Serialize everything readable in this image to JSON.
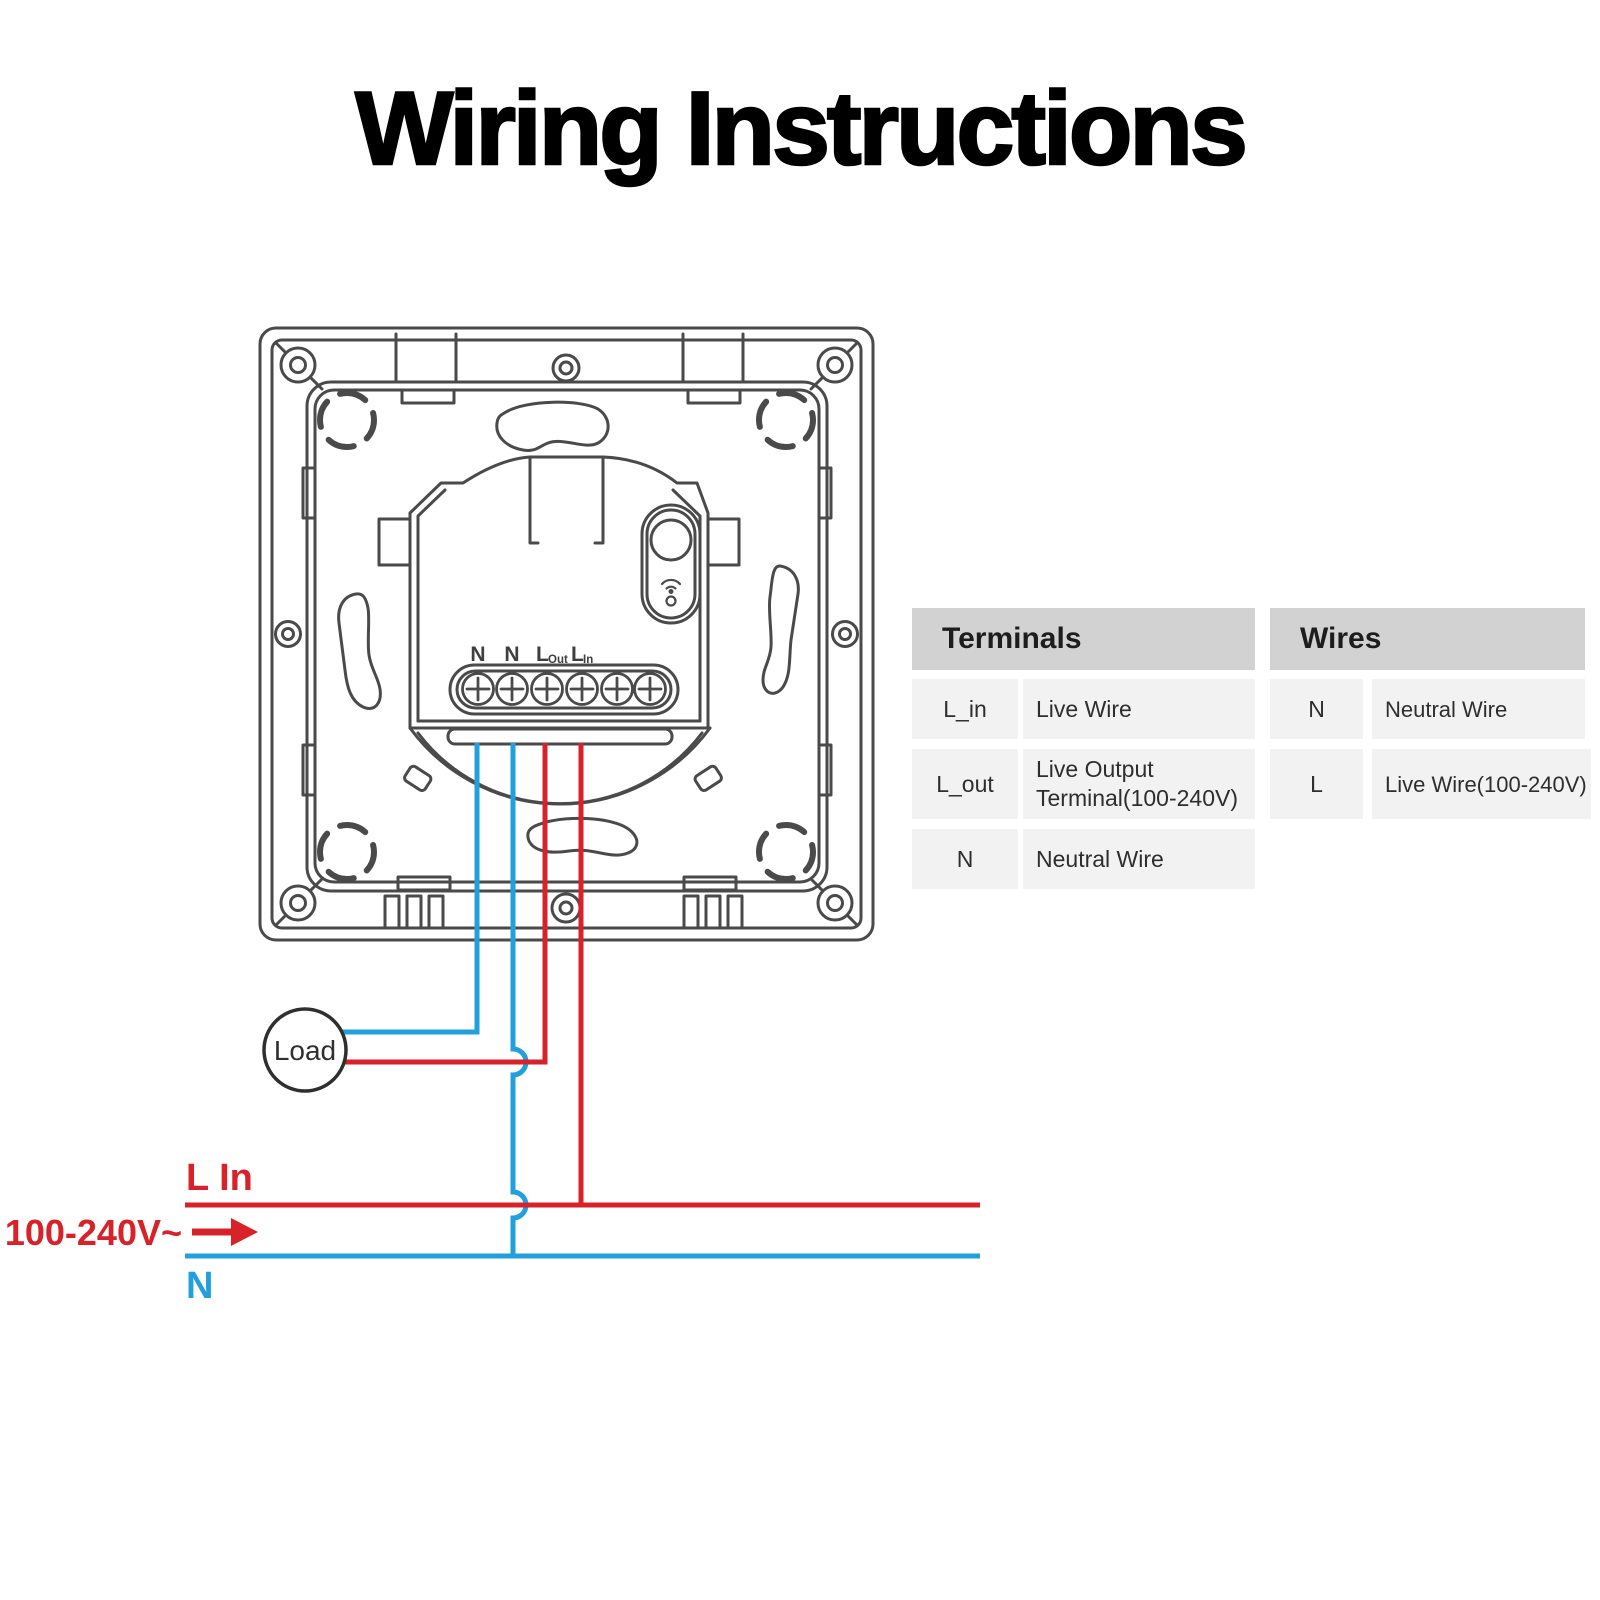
{
  "title": "Wiring Instructions",
  "colors": {
    "live_wire": "#d7222a",
    "neutral_wire": "#22a0de",
    "outline_gray": "#4a4a4a",
    "table_header_bg": "#d2d2d2",
    "table_cell_bg": "#f2f2f2"
  },
  "device": {
    "terminal_labels": [
      {
        "main": "N",
        "sub": ""
      },
      {
        "main": "N",
        "sub": ""
      },
      {
        "main": "L",
        "sub": "Out"
      },
      {
        "main": "L",
        "sub": "In"
      }
    ],
    "button_icon": "wifi-icon"
  },
  "wiring": {
    "load_label": "Load",
    "line_in_label": "L In",
    "supply_label": "100-240V~",
    "neutral_label": "N"
  },
  "tables": {
    "terminals": {
      "header": "Terminals",
      "rows": [
        {
          "term": "L_in",
          "desc": "Live Wire"
        },
        {
          "term": "L_out",
          "desc": "Live Output Terminal(100-240V)"
        },
        {
          "term": "N",
          "desc": "Neutral Wire"
        }
      ]
    },
    "wires": {
      "header": "Wires",
      "rows": [
        {
          "term": "N",
          "desc": "Neutral Wire"
        },
        {
          "term": "L",
          "desc": "Live Wire(100-240V)"
        }
      ]
    }
  }
}
